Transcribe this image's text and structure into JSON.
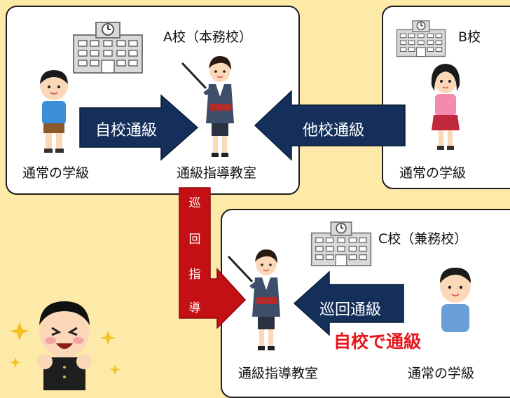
{
  "colors": {
    "background": "#fde9a8",
    "arrow_navy": "#14305a",
    "arrow_red": "#c40f14",
    "emphasis_red": "#e8141b"
  },
  "school_a": {
    "name": "A校（本務校）",
    "regular_class": "通常の学級",
    "resource_room": "通級指導教室"
  },
  "school_b": {
    "name": "B校",
    "regular_class": "通常の学級"
  },
  "school_c": {
    "name": "C校（兼務校）",
    "regular_class": "通常の学級",
    "resource_room": "通級指導教室"
  },
  "arrows": {
    "own_school": "自校通級",
    "other_school": "他校通級",
    "itinerant_attendance": "巡回通級",
    "itinerant_guidance_chars": [
      "巡",
      "回",
      "指",
      "導"
    ]
  },
  "note": "自校で通級"
}
